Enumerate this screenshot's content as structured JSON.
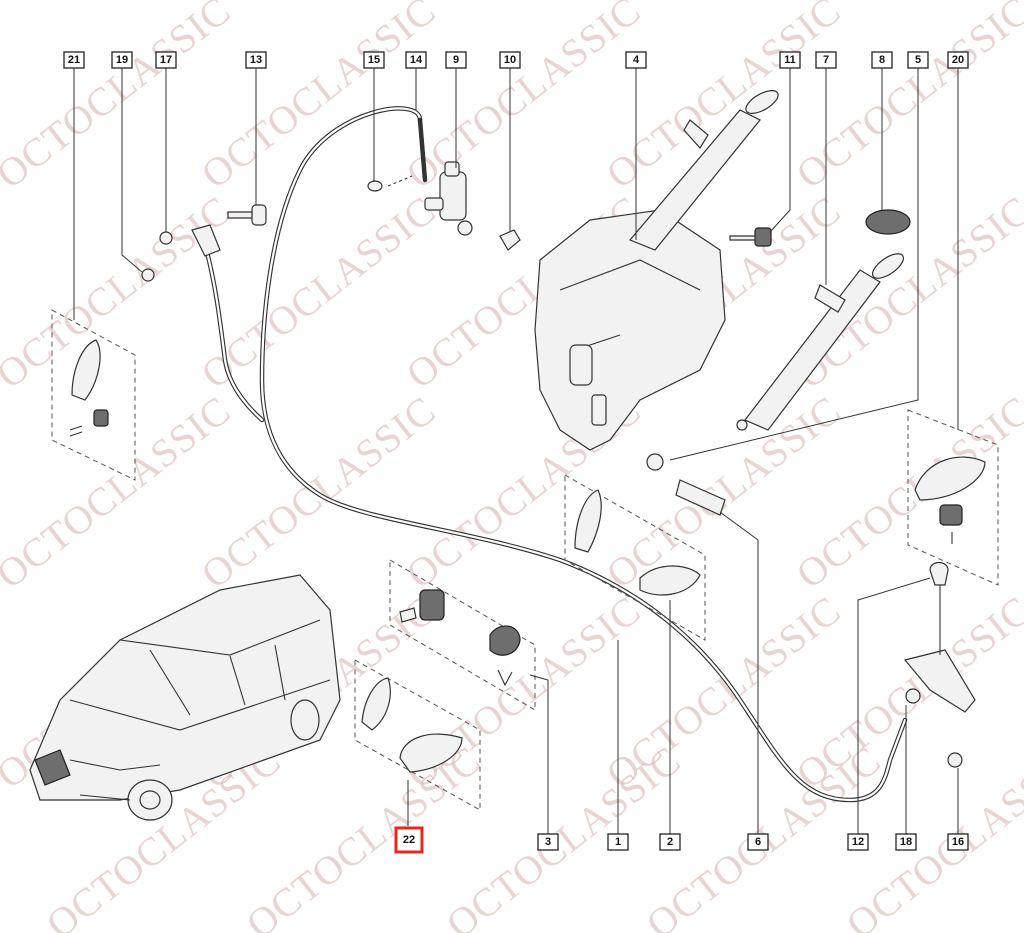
{
  "diagram": {
    "watermark_text": "OCTOCLASSIC",
    "highlight_color": "#e8261c",
    "callouts": [
      {
        "label": "21"
      },
      {
        "label": "19"
      },
      {
        "label": "17"
      },
      {
        "label": "13"
      },
      {
        "label": "15"
      },
      {
        "label": "14"
      },
      {
        "label": "9"
      },
      {
        "label": "10"
      },
      {
        "label": "4"
      },
      {
        "label": "11"
      },
      {
        "label": "7"
      },
      {
        "label": "8"
      },
      {
        "label": "5"
      },
      {
        "label": "20"
      },
      {
        "label": "22"
      },
      {
        "label": "3"
      },
      {
        "label": "1"
      },
      {
        "label": "2"
      },
      {
        "label": "6"
      },
      {
        "label": "12"
      },
      {
        "label": "18"
      },
      {
        "label": "16"
      }
    ]
  }
}
